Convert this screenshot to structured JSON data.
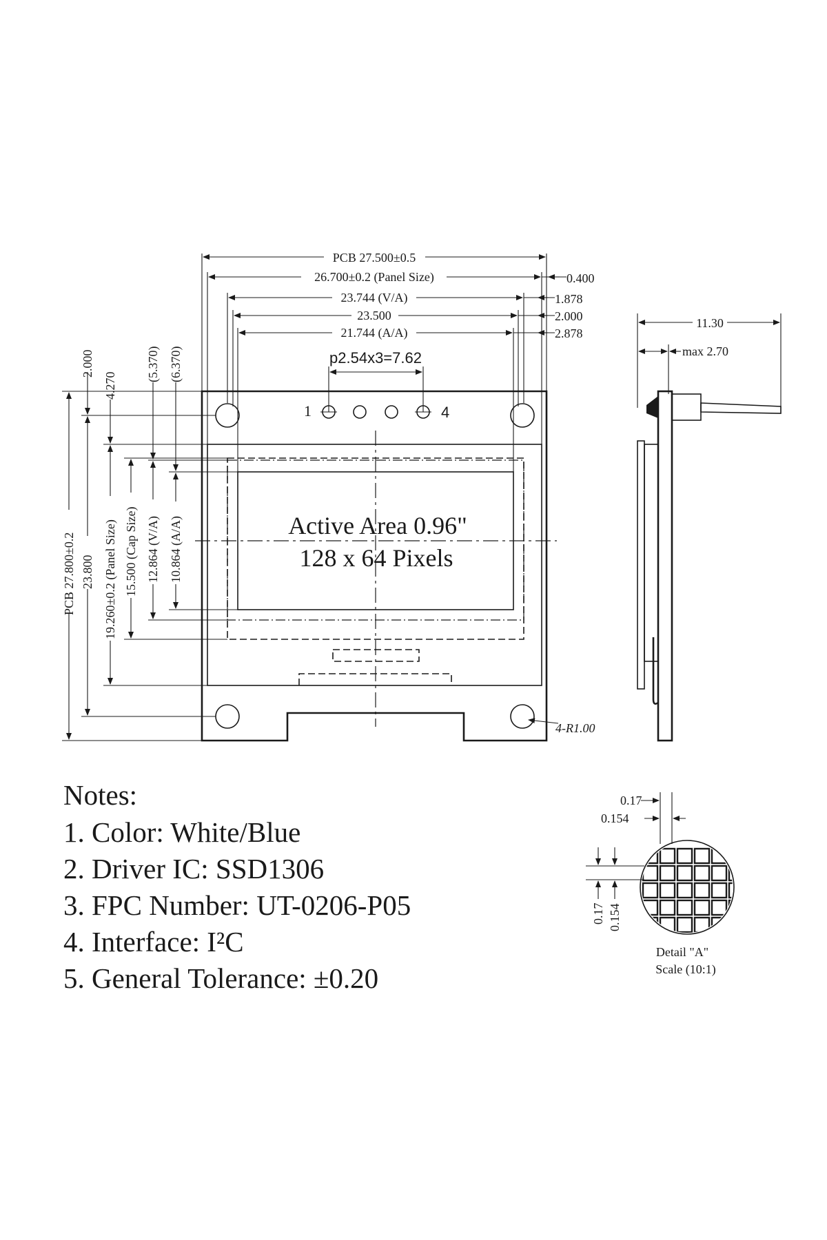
{
  "dimensions": {
    "pcb_width": "PCB 27.500±0.5",
    "panel_width": "26.700±0.2 (Panel Size)",
    "va_width": "23.744 (V/A)",
    "cap_width": "23.500",
    "aa_width": "21.744 (A/A)",
    "pin_pitch": "p2.54x3=7.62",
    "offset_0400": "0.400",
    "offset_1878": "1.878",
    "offset_2000": "2.000",
    "offset_2878": "2.878",
    "left_2000": "2.000",
    "left_4270": "4.270",
    "left_5370": "(5.370)",
    "left_6370": "(6.370)",
    "pcb_height": "PCB 27.800±0.2",
    "h_23800": "23.800",
    "panel_height": "19.260±0.2 (Panel Size)",
    "cap_height": "15.500 (Cap Size)",
    "va_height": "12.864 (V/A)",
    "aa_height": "10.864 (A/A)",
    "side_total": "11.30",
    "side_max": "max 2.70",
    "hole_radius": "4-R1.00"
  },
  "pins": {
    "first": "1",
    "last": "4"
  },
  "active_area": {
    "line1": "Active Area 0.96\"",
    "line2": "128 x 64 Pixels"
  },
  "detail": {
    "pitch_h": "0.17",
    "pixel_h": "0.154",
    "pitch_v": "0.17",
    "pixel_v": "0.154",
    "caption": "Detail \"A\"",
    "scale": "Scale (10:1)"
  },
  "notes": {
    "title": "Notes:",
    "items": [
      "1. Color: White/Blue",
      "2. Driver IC: SSD1306",
      "3. FPC Number: UT-0206-P05",
      "4. Interface:  I²C",
      "5. General Tolerance: ±0.20"
    ]
  }
}
